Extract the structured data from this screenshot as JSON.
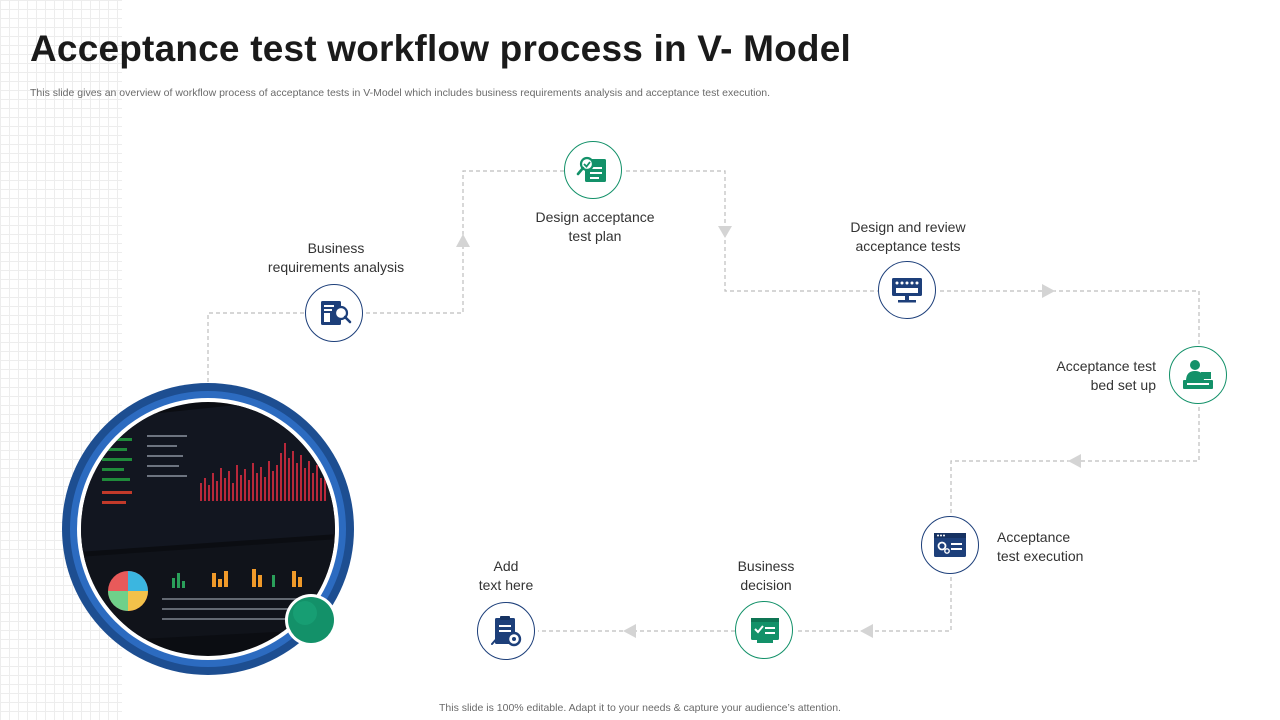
{
  "slide": {
    "title": "Acceptance test workflow process in V- Model",
    "subtitle": "This slide gives an overview of workflow process of acceptance tests in V-Model which includes business requirements analysis and acceptance test execution.",
    "footer": "This slide is 100% editable. Adapt it to your needs & capture your audience’s attention."
  },
  "colors": {
    "blue": "#1d3f7a",
    "green": "#139169",
    "connector": "#bdbdbd"
  },
  "steps": [
    {
      "label": "Business\nrequirements analysis",
      "icon": "document-search-icon",
      "accent": "blue"
    },
    {
      "label": "Design acceptance\ntest plan",
      "icon": "checklist-magnifier-icon",
      "accent": "green"
    },
    {
      "label": "Design and review\nacceptance tests",
      "icon": "rating-screen-icon",
      "accent": "blue"
    },
    {
      "label": "Acceptance test\nbed set up",
      "icon": "person-at-desk-icon",
      "accent": "green"
    },
    {
      "label": "Acceptance\ntest execution",
      "icon": "settings-window-icon",
      "accent": "blue"
    },
    {
      "label": "Business\ndecision",
      "icon": "checked-window-icon",
      "accent": "green"
    },
    {
      "label": "Add\ntext here",
      "icon": "clipboard-gear-icon",
      "accent": "blue"
    }
  ],
  "image": {
    "subject": "trading-dashboard-monitor"
  }
}
